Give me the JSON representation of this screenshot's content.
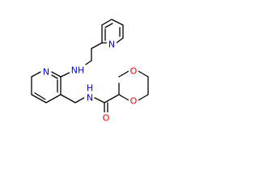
{
  "molecule": {
    "colors": {
      "bond": "#000000",
      "nitrogen": "#0000ff",
      "oxygen": "#ff0000"
    },
    "atoms": [
      {
        "id": "n_pyr1",
        "text": "N",
        "element": "nitrogen"
      },
      {
        "id": "n_pyr2",
        "text": "N",
        "element": "nitrogen"
      },
      {
        "id": "n_amine",
        "text": "NH",
        "element": "nitrogen"
      },
      {
        "id": "n_amide",
        "text": "H",
        "element": "nitrogen"
      },
      {
        "id": "n_amide_n",
        "text": "N",
        "element": "nitrogen"
      },
      {
        "id": "o_diox1",
        "text": "O",
        "element": "oxygen"
      },
      {
        "id": "o_diox2",
        "text": "O",
        "element": "oxygen"
      },
      {
        "id": "o_carbonyl",
        "text": "O",
        "element": "oxygen"
      }
    ]
  }
}
